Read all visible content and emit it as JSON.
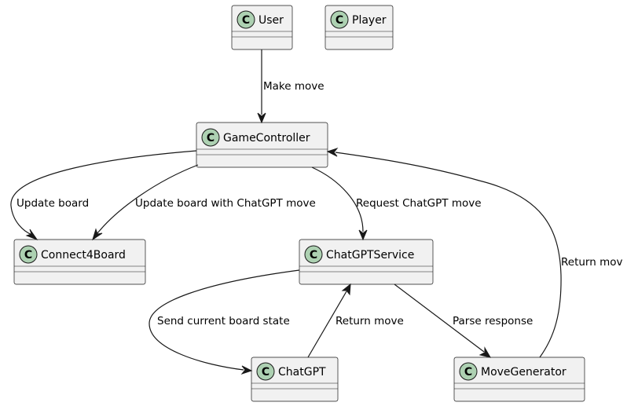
{
  "classes": {
    "user": "User",
    "player": "Player",
    "game_controller": "GameController",
    "connect4_board": "Connect4Board",
    "chatgpt_service": "ChatGPTService",
    "chatgpt": "ChatGPT",
    "move_generator": "MoveGenerator"
  },
  "class_marker": "C",
  "edges": {
    "make_move": "Make move",
    "update_board": "Update board",
    "update_board_chatgpt": "Update board with ChatGPT move",
    "request_chatgpt_move": "Request ChatGPT move",
    "return_move_right": "Return mov",
    "send_board_state": "Send current board state",
    "return_move": "Return move",
    "parse_response": "Parse response"
  },
  "colors": {
    "class_fill": "#f1f1f1",
    "class_border": "#181818",
    "marker_fill": "#add1b2"
  }
}
